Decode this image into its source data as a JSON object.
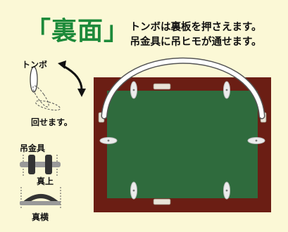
{
  "title": "「裏面」",
  "description": {
    "line1": "トンボは裏板を押さえます。",
    "line2": "吊金具に吊ヒモが通せます。"
  },
  "labels": {
    "tonbo": "トンボ",
    "rotates": "回せます。",
    "hanger": "吊金具",
    "vertical": "真上",
    "horizontal": "真横"
  },
  "colors": {
    "background": "#fbf8d6",
    "frame": "#6b1e14",
    "board": "#2f6b3d",
    "accent": "#1d8a3a"
  }
}
